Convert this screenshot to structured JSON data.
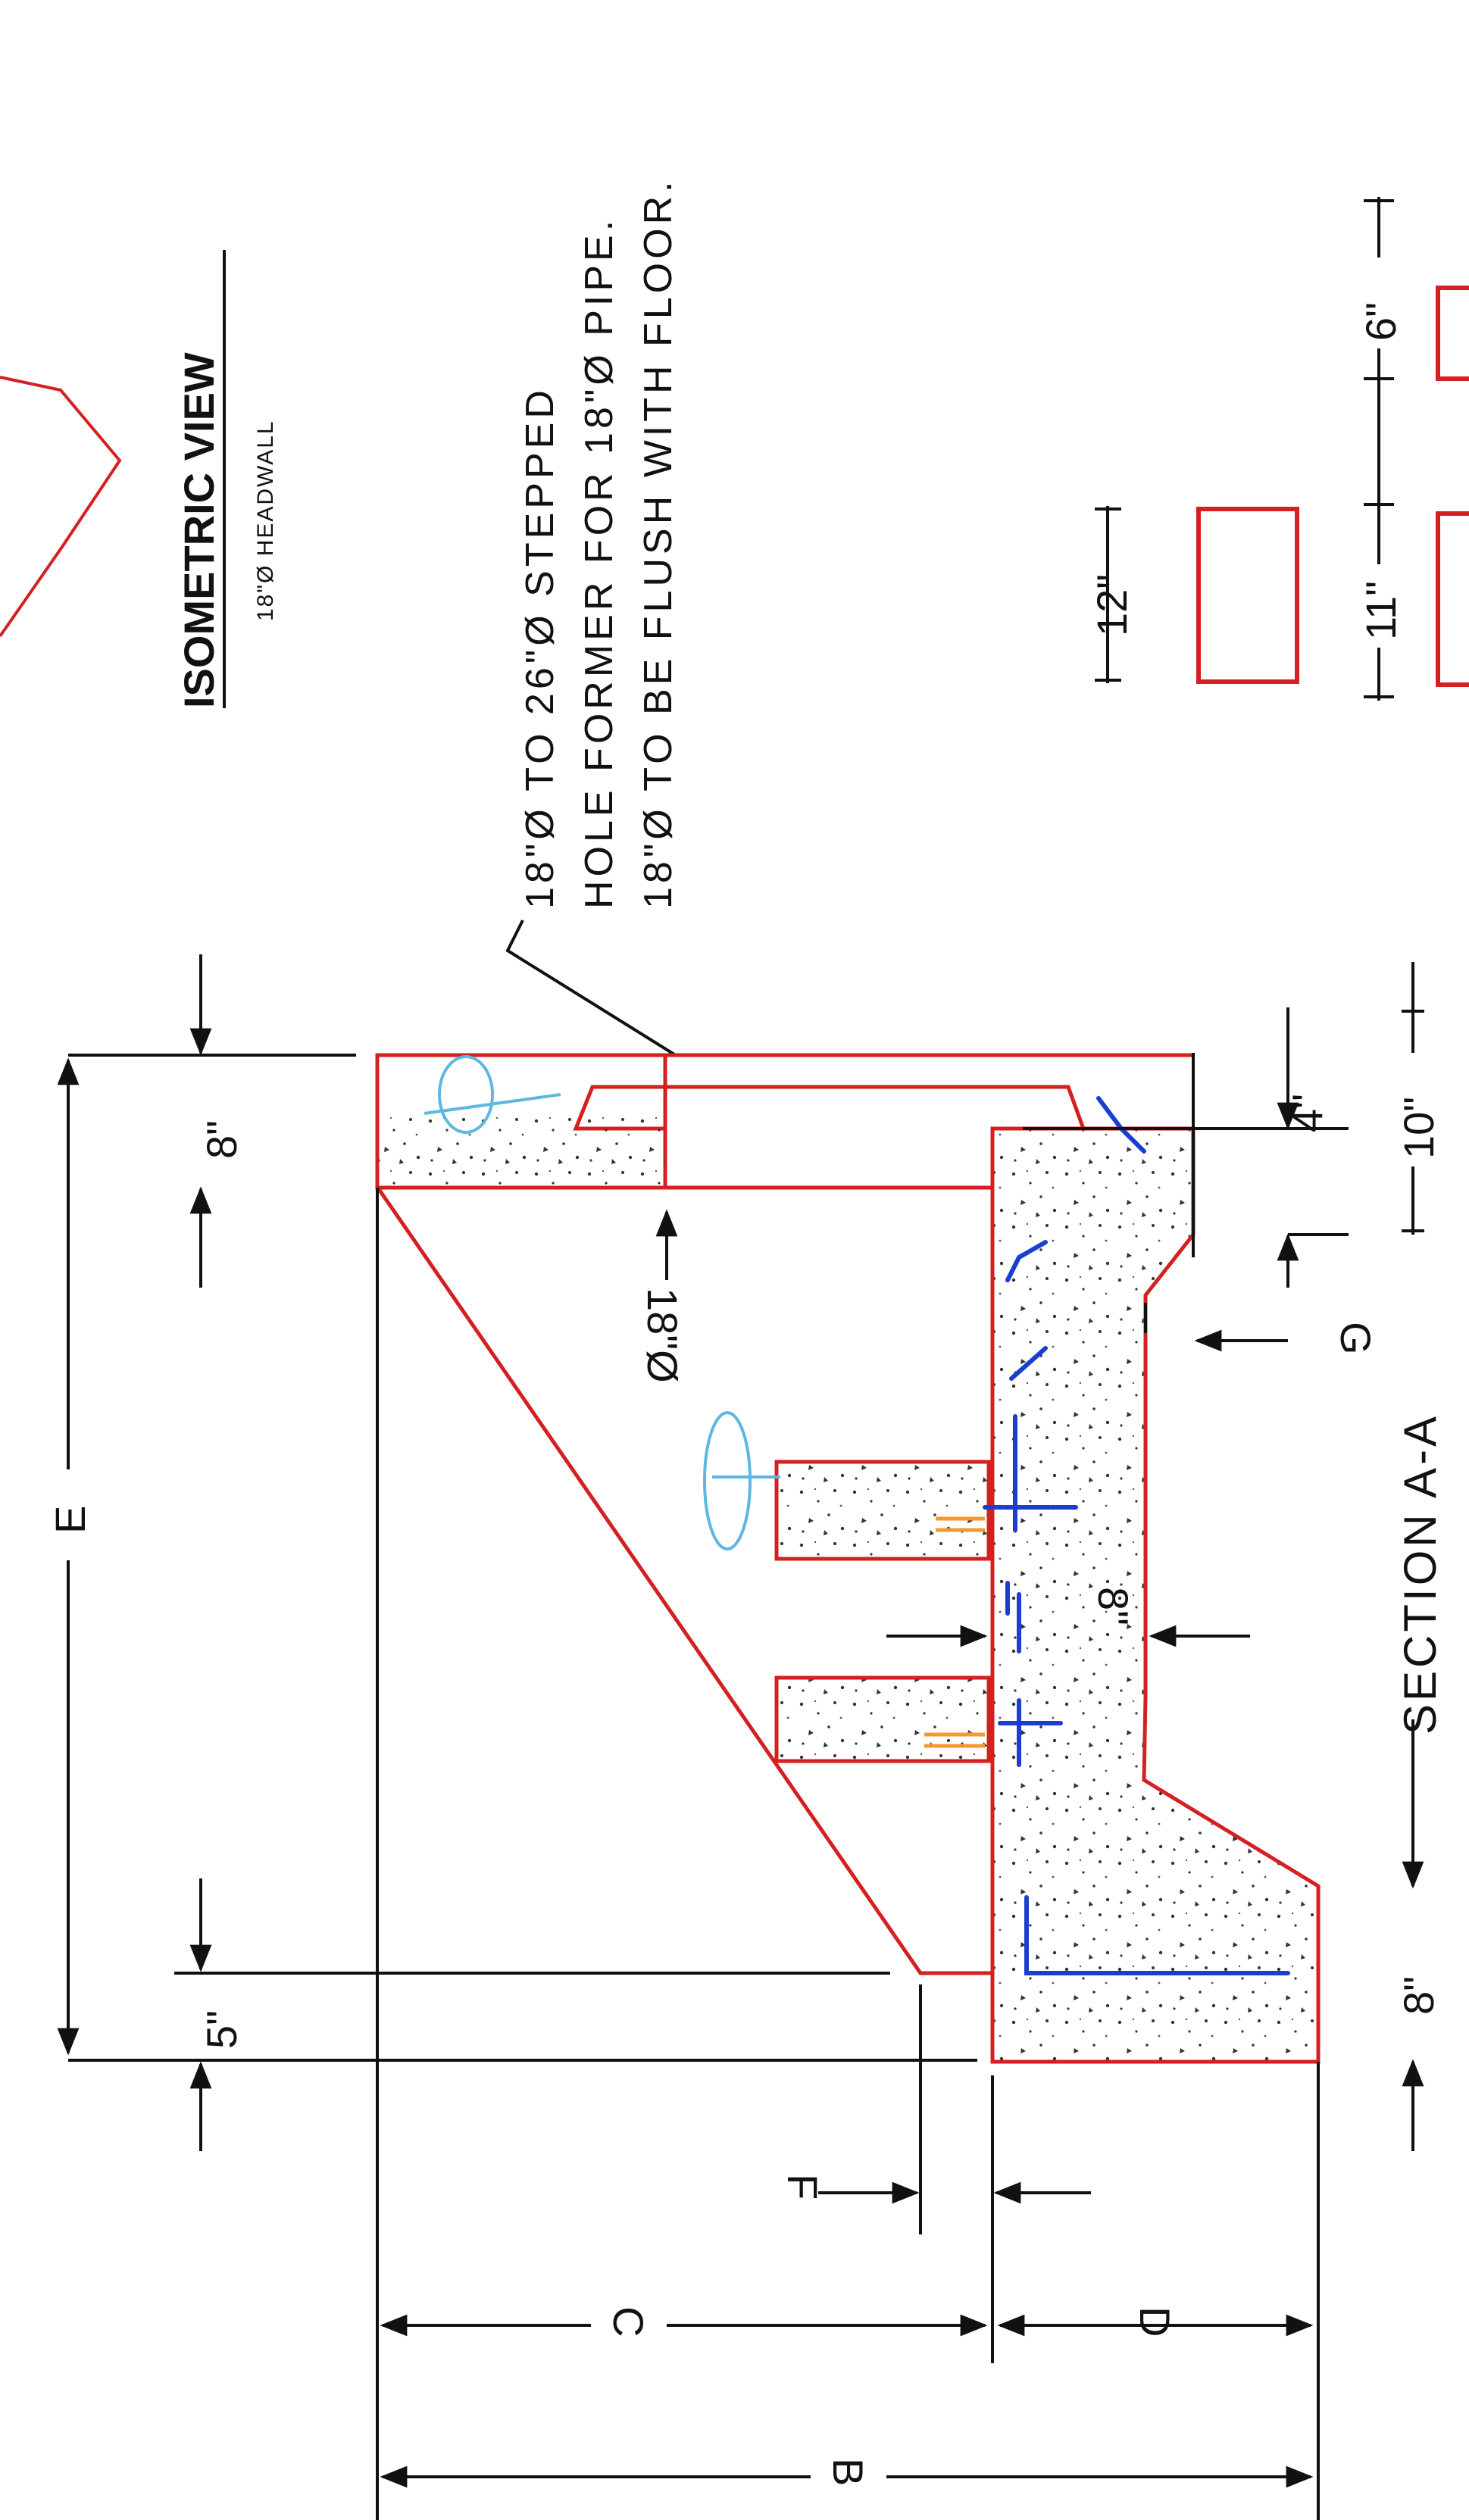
{
  "iso_view": {
    "title": "ISOMETRIC VIEW",
    "subtitle": "18\"Ø HEADWALL"
  },
  "callout_note": {
    "line1": "18\"Ø TO 26\"Ø STEPPED",
    "line2": "HOLE FORMER FOR 18\"Ø PIPE.",
    "line3": "18\"Ø TO BE FLUSH WITH FLOOR."
  },
  "dimensions": {
    "top_wall": "8\"",
    "overall_E": "E",
    "bottom_5": "5\"",
    "pipe_dia": "18\"Ø",
    "floor_8": "8\"",
    "curb_4": "4\"",
    "curb_10": "10\"",
    "G": "G",
    "toe_8": "8\"",
    "F": "F",
    "C": "C",
    "D": "D",
    "B": "B",
    "detail_12": "12\"",
    "detail_11": "11\"",
    "detail_6": "6\""
  },
  "section_title": "SECTION A-A",
  "colors": {
    "outline": "#d42020",
    "rebar": "#1a3fd0",
    "lifting": "#5fb7e0",
    "dowel": "#f29a2e",
    "dim": "#111111"
  }
}
